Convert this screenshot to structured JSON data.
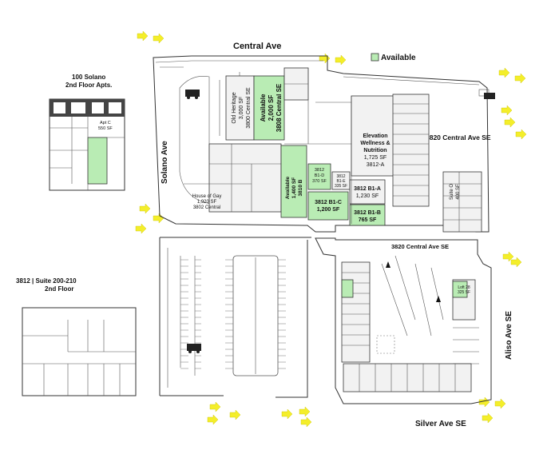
{
  "legend": {
    "label": "Available",
    "color": "#b9ecb4"
  },
  "streets": {
    "north": "Central Ave",
    "south": "Silver Ave SE",
    "west": "Solano Ave",
    "east": "Aliso Ave SE",
    "east_block": "3820 Central Ave SE",
    "inner": "3820 Central Ave SE"
  },
  "insets": {
    "solano": {
      "title_1": "100 Solano",
      "title_2": "2nd Floor Apts.",
      "apt_c": "Apt C",
      "apt_c_sf": "550 SF"
    },
    "suite": {
      "title_1": "3812 | Suite 200-210",
      "title_2": "2nd Floor"
    }
  },
  "units": {
    "available_3808": {
      "l1": "Available",
      "l2": "2,000 SF",
      "l3": "3808 Central SE"
    },
    "available_3810": {
      "l1": "Available",
      "l2": "1,400 SF",
      "l3": "3810 B"
    },
    "b1c": {
      "l1": "3812 B1-C",
      "l2": "1,200 SF"
    },
    "b1b": {
      "l1": "3812 B1-B",
      "l2": "765 SF"
    },
    "b1a": {
      "l1": "3812 B1-A",
      "l2": "1,230 SF"
    },
    "b1d": {
      "l1": "3812",
      "l2": "B1-D",
      "l3": "370 SF"
    },
    "b1e": {
      "l1": "3812",
      "l2": "B1-E",
      "l3": "335 SF"
    },
    "elevation": {
      "l1": "Elevation",
      "l2": "Wellness &",
      "l3": "Nutrition",
      "l4": "1,725 SF",
      "l5": "3812-A"
    },
    "heritage": {
      "l1": "Old Heritage",
      "l2": "3,000 SF",
      "l3": "3800 Central SE"
    },
    "house_of_gay": {
      "l1": "House of Gay",
      "l2": "1,920 SF",
      "l3": "3802 Central"
    },
    "suite_o": {
      "l1": "Suite O",
      "l2": "400 SF"
    },
    "loft_28": {
      "l1": "Loft 28",
      "l2": "325 SF"
    }
  }
}
